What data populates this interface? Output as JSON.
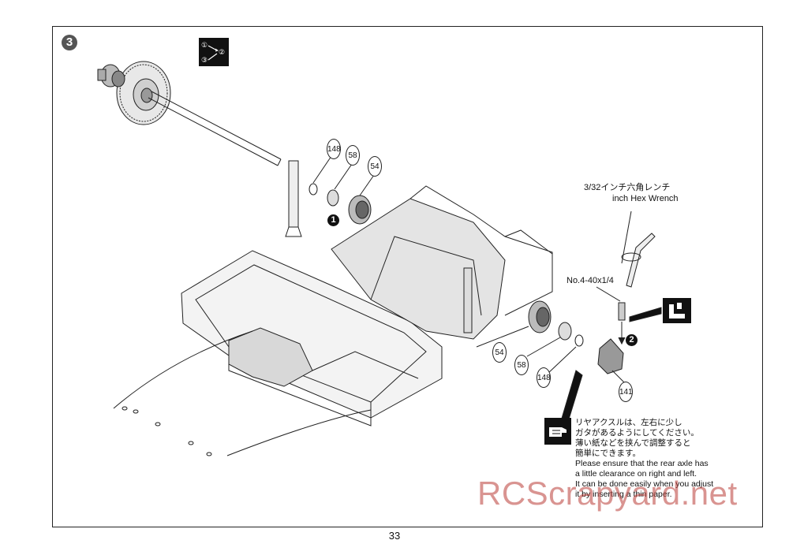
{
  "page": {
    "step_number": "3",
    "page_number": "33"
  },
  "sequence_icon": {
    "marks": [
      "①",
      "②",
      "③"
    ]
  },
  "labels": {
    "hex_wrench_jp": "3/32インチ六角レンチ",
    "hex_wrench_en": "inch Hex Wrench",
    "screw": "No.4-40x1/4"
  },
  "part_callouts": {
    "left_148": "148",
    "left_58": "58",
    "left_54": "54",
    "right_54": "54",
    "right_58": "58",
    "right_148": "148",
    "right_141": "141"
  },
  "step_bullets": {
    "one": "1",
    "two": "2"
  },
  "note": {
    "lines": [
      "リヤアクスルは、左右に少し",
      "ガタがあるようにしてください。",
      "薄い紙などを挟んで調整すると",
      "簡単にできます。",
      "Please ensure that the rear axle has",
      "a little clearance on right and left.",
      "It can be done easily when you adjust",
      "it by inserting a thin paper."
    ]
  },
  "watermark": "RCScrapyard.net"
}
